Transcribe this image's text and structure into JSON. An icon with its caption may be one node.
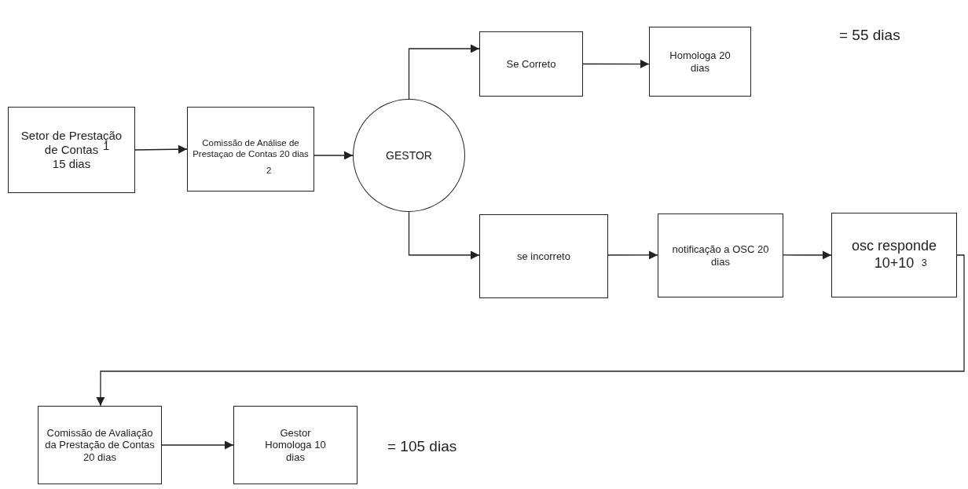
{
  "diagram": {
    "nodes": [
      {
        "text": [
          "Setor de Prestação de Contas",
          "1",
          "15 dias"
        ]
      },
      {
        "text": [
          "Comissão de Análise de Prestaçao de  Contas 20 dias",
          "2"
        ]
      },
      {
        "text": [
          "GESTOR"
        ]
      },
      {
        "text": [
          "Se Correto"
        ]
      },
      {
        "text": [
          "Homologa 20 dias"
        ]
      },
      {
        "text": [
          "se  incorreto"
        ]
      },
      {
        "text": [
          "notificação a OSC 20 dias"
        ]
      },
      {
        "text": [
          "osc responde 10+10",
          "3"
        ]
      },
      {
        "text": [
          "Comissão de Avaliação da Prestação de Contas 20 dias"
        ]
      },
      {
        "text": [
          "Gestor Homologa 10 dias"
        ]
      }
    ],
    "edges": [
      {
        "from": 0,
        "to": 1,
        "arrow": "to"
      },
      {
        "from": 1,
        "to": 2,
        "arrow": "to"
      },
      {
        "from": 2,
        "to": 3,
        "arrow": "to"
      },
      {
        "from": 3,
        "to": 4,
        "arrow": "to"
      },
      {
        "from": 2,
        "to": 5,
        "arrow": "to"
      },
      {
        "from": 5,
        "to": 6,
        "arrow": "to"
      },
      {
        "from": 6,
        "to": 7,
        "arrow": "to"
      },
      {
        "from": 7,
        "to": 8,
        "arrow": "to"
      },
      {
        "from": 8,
        "to": 9,
        "arrow": "to"
      }
    ],
    "labels": [
      "= 55 dias",
      "= 105 dias"
    ]
  }
}
